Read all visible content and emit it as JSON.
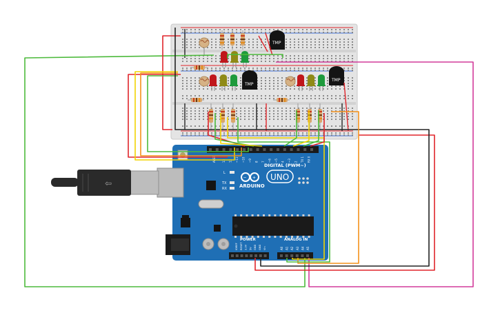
{
  "board": {
    "brand": "ARDUINO",
    "model": "UNO",
    "digital_label": "DIGITAL (PWM~)",
    "power_label": "POWER",
    "analog_label": "ANALOG IN",
    "led_l": "L",
    "led_tx": "TX",
    "led_rx": "RX",
    "aref_label": "AREF",
    "gnd_label": "GND",
    "power_pins": [
      "IOREF",
      "RESET",
      "3.3V",
      "5V",
      "GND",
      "GND",
      "Vin"
    ],
    "analog_pins": [
      "A0",
      "A1",
      "A2",
      "A3",
      "A4",
      "A5"
    ],
    "digital_pins": [
      "13",
      "12",
      "~11",
      "~10",
      "~9",
      "8",
      "7",
      "~6",
      "~5",
      "4",
      "~3",
      "2",
      "TX 1",
      "RX 0"
    ]
  },
  "components": {
    "sensor_label": "TMP",
    "led_colors": [
      "#c0161b",
      "#8f8a16",
      "#1e9a3c"
    ]
  },
  "colors": {
    "board": "#1f6fb5",
    "breadboard": "#e4e4e4",
    "wire_red": "#e0242a",
    "wire_black": "#222222",
    "wire_green": "#4cba3b",
    "wire_yellow": "#f2d400",
    "wire_orange": "#f39019",
    "wire_magenta": "#d23a9a"
  }
}
